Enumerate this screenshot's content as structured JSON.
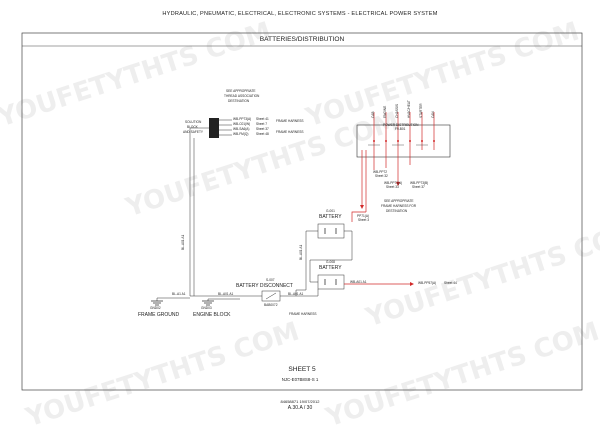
{
  "header": {
    "title": "HYDRAULIC, PNEUMATIC, ELECTRICAL, ELECTRONIC SYSTEMS - ELECTRICAL POWER SYSTEM",
    "frame_title": "BATTERIES/DISTRIBUTION"
  },
  "solution_block": {
    "note": [
      "SEE APPROPRIATE",
      "THREAD ASSOCIATION",
      "DESTINATION"
    ],
    "label": [
      "SOLUTION",
      "BLOCK",
      "AND SAFETY"
    ],
    "connections": [
      {
        "wire": "WB-PP73(A)",
        "dest": "Sheet 41"
      },
      {
        "wire": "WB-C01(W)",
        "dest": "Sheet 7"
      },
      {
        "wire": "WB-SA6(A)",
        "dest": "Sheet 37"
      },
      {
        "wire": "WB-FM(Q)",
        "dest": "Sheet 48"
      }
    ],
    "harness_labels": [
      "FRAME HARNESS",
      "FRAME HARNESS"
    ]
  },
  "power_distribution": {
    "title": "POWER DISTRIBUTION",
    "sub": "F9-B01",
    "columns": [
      "CAB",
      "ENGINE",
      "CHASSIS",
      "HVAC/HEAT",
      "STARTER",
      "CAN"
    ],
    "outputs": [
      {
        "wire": "WB-PP72",
        "dest": "Sheet 32"
      },
      {
        "wire": "WB-PP73(A)",
        "dest": "Sheet 33"
      },
      {
        "wire": "WB-PP73(B)",
        "dest": "Sheet 37"
      }
    ],
    "note": [
      "SEE APPROPRIATE",
      "FRAME HARNESS FOR",
      "DESTINATION"
    ],
    "link": {
      "wire": "PP71(A)",
      "dest": "Sheet 3"
    }
  },
  "batteries": [
    {
      "id": "G-001",
      "label": "BATTERY"
    },
    {
      "id": "G-008",
      "label": "BATTERY"
    }
  ],
  "disconnect": {
    "id": "S-007",
    "label": "BATTERY DISCONNECT",
    "sub": "BAB0072"
  },
  "grounds": [
    {
      "id": "GND02",
      "label": "FRAME GROUND"
    },
    {
      "id": "GND03",
      "label": "ENGINE BLOCK"
    }
  ],
  "wires": {
    "gnd_a": "BL-A1 A1",
    "gnd_b": "BL-A01 A1",
    "disc_batt": "BL-A01 A1",
    "batt_out": "WB-A01 A1",
    "vert_left": "BL-A01 A1",
    "vert_right": "BL-A01 A1",
    "frame_harness": "FRAME HARNESS",
    "ext": {
      "wire": "WB-PP57(A)",
      "dest": "Sheet 44"
    }
  },
  "sheet_label": "SHEET 5",
  "footer": {
    "code": "NJC-E07B8S8-S   1",
    "doc": "84658871 19/07/2012",
    "page": "A.30.A / 30"
  },
  "watermark": "YOUFETYTHTS COM",
  "colors": {
    "wire_red": "#d22a2a",
    "line": "#333333"
  }
}
